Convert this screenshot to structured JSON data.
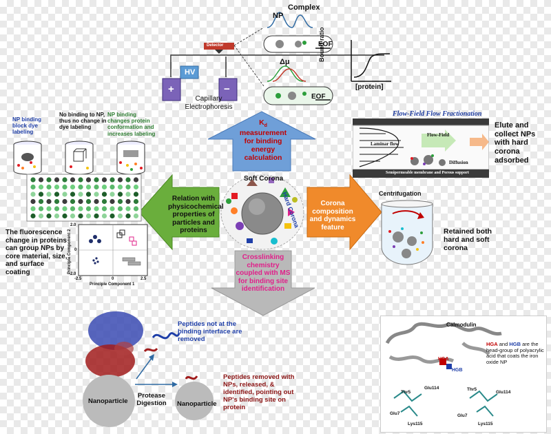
{
  "colors": {
    "blue_arrow": "#6f9fd8",
    "green_arrow": "#6aae3c",
    "orange_arrow": "#f08a2b",
    "gray_arrow": "#b9b9b9",
    "red_text": "#c00000",
    "magenta_text": "#e0208a",
    "blue_text": "#1f3fa8",
    "dark_red_text": "#8b1414",
    "hv_box": "#5b9bd5",
    "dark_green_text": "#2e7d32"
  },
  "center": {
    "label": "Soft Corona",
    "hard_label": "Hard Corona"
  },
  "top": {
    "kd_symbol": "K",
    "kd_sub": "d",
    "kd_rest": "measurement for binding energy calculation",
    "complex_label": "Complex",
    "np_label": "NP",
    "detector_label": "Detector",
    "hv_label": "HV",
    "eof_label": "EOF",
    "delta_mu": "Δμ",
    "electrophoresis_label": "Capillary Electrophoresis",
    "bound_ratio": "Bound ratio",
    "protein_axis": "[protein]",
    "plus": "+",
    "minus": "−"
  },
  "left": {
    "arrow_text": "Relation with physicochemical properties of particles and proteins",
    "cup1": "NP binding block dye labeling",
    "cup2": "No binding to NP, thus no change in dye labeling",
    "cup3": "NP binding changes protein conformation and increases labeling",
    "fluor_text": "The fluorescence change in proteins can group NPs by core material, size, and surface coating",
    "pca": {
      "xlabel": "Principle Component 1",
      "ylabel": "Principle Component 2",
      "xticks": [
        "-2.5",
        "0",
        "2.5"
      ],
      "yticks": [
        "2.0",
        "0",
        "-2.0"
      ]
    }
  },
  "right": {
    "arrow_text": "Corona composition and dynamics feature",
    "ffff_title": "Flow-Field Flow Fractionation",
    "laminar": "Laminar flow",
    "flowfield": "Flow-Field",
    "diffusion": "Diffusion",
    "membrane": "Semipermeable membrane and Porous support",
    "elute_text": "Elute and collect NPs with hard corona adsorbed",
    "centrifugation": "Centrifugation",
    "retained_text": "Retained both hard and soft corona"
  },
  "bottom": {
    "arrow_text": "Crosslinking chemistry coupled with MS for binding site identification",
    "peptides_not": "Peptides not at the binding interface are removed",
    "peptides_removed": "Peptides removed with NPs, released, & identified, pointing out NP's binding site on protein",
    "nanoparticle": "Nanoparticle",
    "protease": "Protease Digestion",
    "calmodulin": "Calmodulin",
    "hga": "HGA",
    "hgb": "HGB",
    "and": "and",
    "hg_desc": "are the head-group of polyacrylic acid that coats the iron oxide NP",
    "residues": [
      "Thr5",
      "Glu114",
      "Glu7",
      "Lys115",
      "Thr5",
      "Glu114",
      "Glu7",
      "Lys115"
    ]
  }
}
